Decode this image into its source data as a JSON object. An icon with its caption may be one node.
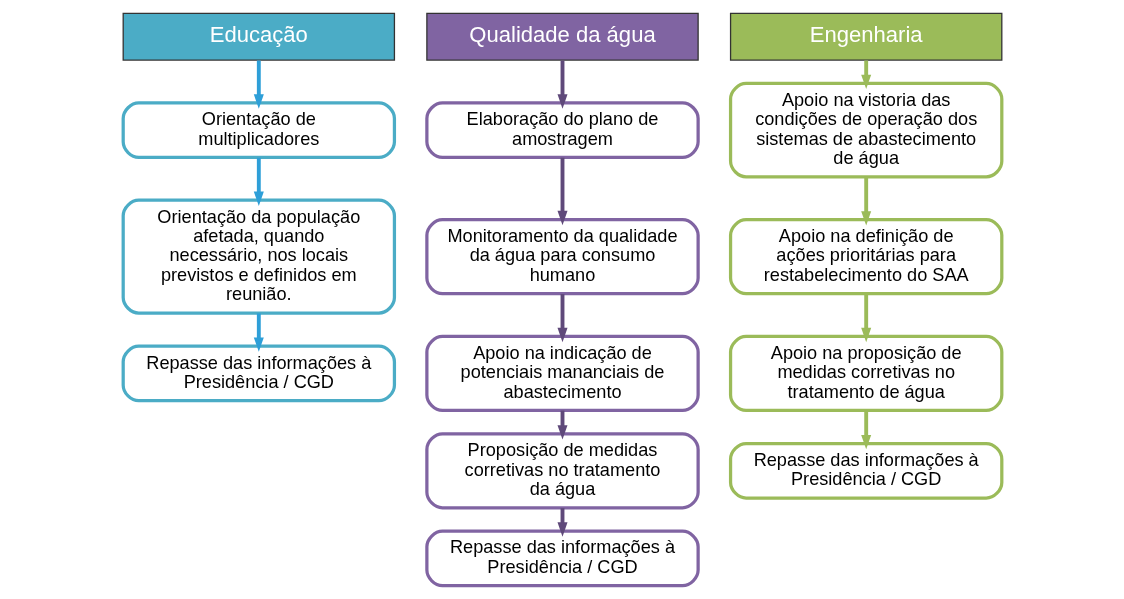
{
  "diagram": {
    "nodes": [
      {
        "text": [
          "Educação"
        ]
      },
      {
        "text": [
          "Orientação de multiplicadores"
        ]
      },
      {
        "text": [
          "Orientação da população afetada, quando necessário, nos locais previstos e definidos em reunião."
        ]
      },
      {
        "text": [
          "Repasse das informações à Presidência / CGD"
        ]
      },
      {
        "text": [
          "Qualidade da água"
        ]
      },
      {
        "text": [
          "Elaboração do plano de amostragem"
        ]
      },
      {
        "text": [
          "Monitoramento da qualidade da água para consumo humano"
        ]
      },
      {
        "text": [
          "Apoio na indicação de potenciais mananciais de abastecimento"
        ]
      },
      {
        "text": [
          "Proposição de medidas corretivas no tratamento da água"
        ]
      },
      {
        "text": [
          "Repasse das informações à Presidência / CGD"
        ]
      },
      {
        "text": [
          "Engenharia"
        ]
      },
      {
        "text": [
          "Apoio na vistoria das condições de operação dos sistemas de abastecimento de água"
        ]
      },
      {
        "text": [
          "Apoio na definição de ações prioritárias para restabelecimento do SAA"
        ]
      },
      {
        "text": [
          "Apoio na proposição de medidas corretivas no tratamento de água"
        ]
      },
      {
        "text": [
          "Repasse das informações à Presidência / CGD"
        ]
      }
    ],
    "edges": [
      {
        "from": 0,
        "to": 1,
        "arrow": "to",
        "color": "#2e9fd8"
      },
      {
        "from": 1,
        "to": 2,
        "arrow": "to",
        "color": "#2e9fd8"
      },
      {
        "from": 2,
        "to": 3,
        "arrow": "to",
        "color": "#2e9fd8"
      },
      {
        "from": 4,
        "to": 5,
        "arrow": "to",
        "color": "#5f497a"
      },
      {
        "from": 5,
        "to": 6,
        "arrow": "to",
        "color": "#5f497a"
      },
      {
        "from": 6,
        "to": 7,
        "arrow": "to",
        "color": "#5f497a"
      },
      {
        "from": 7,
        "to": 8,
        "arrow": "to",
        "color": "#5f497a"
      },
      {
        "from": 8,
        "to": 9,
        "arrow": "to",
        "color": "#5f497a"
      },
      {
        "from": 10,
        "to": 11,
        "arrow": "to",
        "color": "#9bbb59"
      },
      {
        "from": 11,
        "to": 12,
        "arrow": "to",
        "color": "#9bbb59"
      },
      {
        "from": 12,
        "to": 13,
        "arrow": "to",
        "color": "#9bbb59"
      },
      {
        "from": 13,
        "to": 14,
        "arrow": "to",
        "color": "#9bbb59"
      }
    ]
  }
}
